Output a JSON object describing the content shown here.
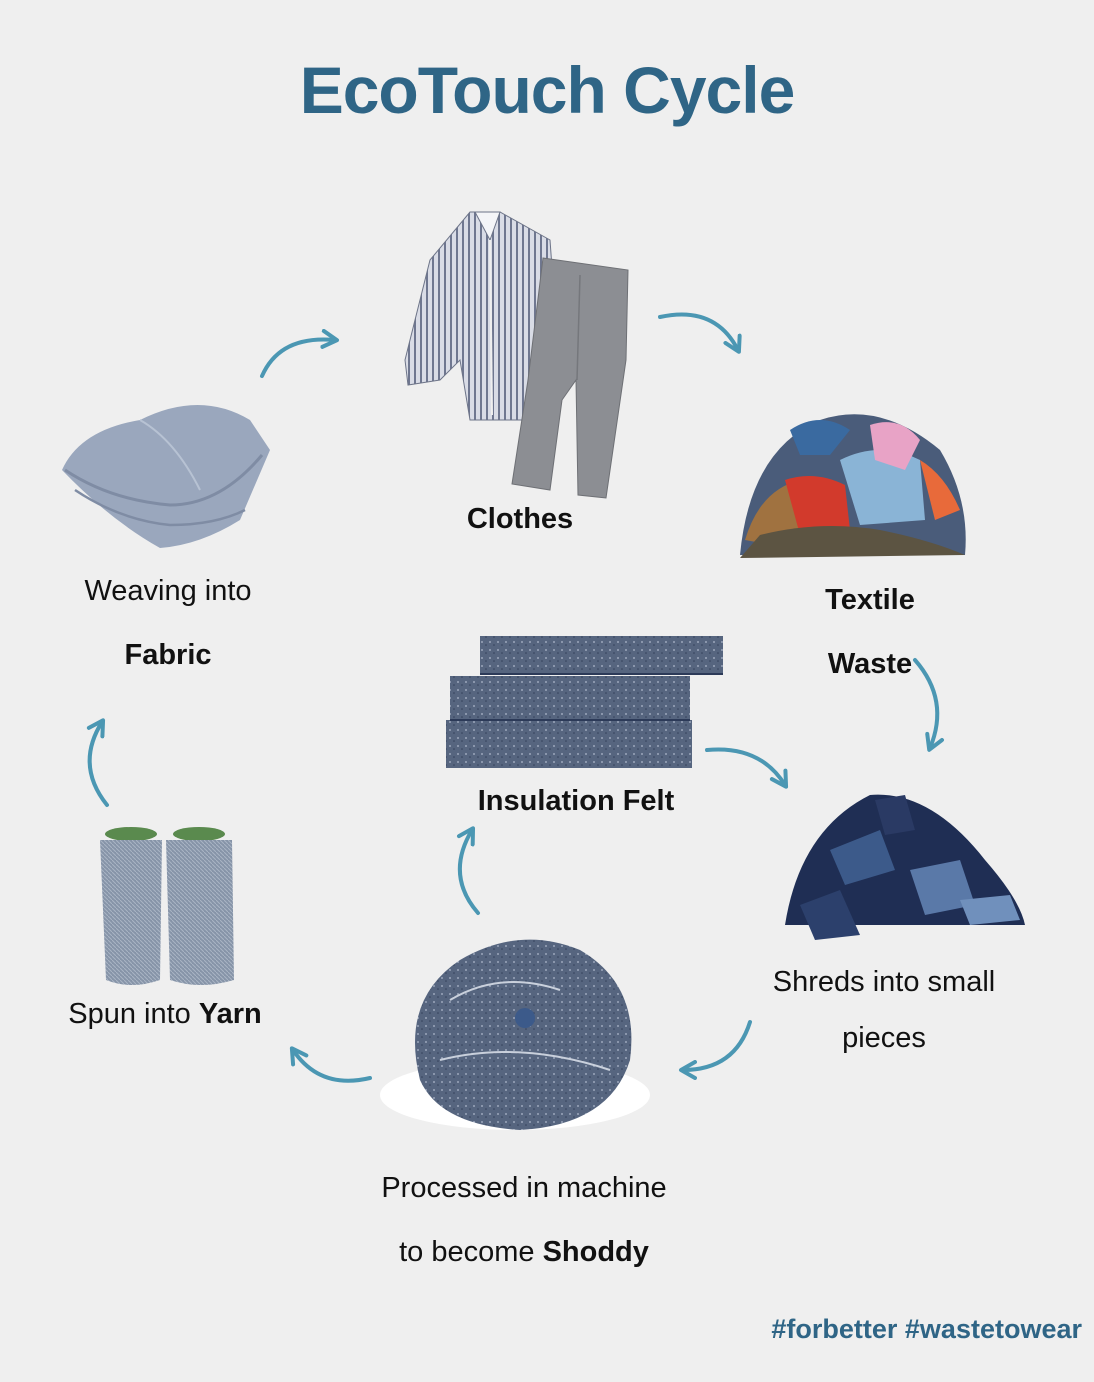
{
  "title": "EcoTouch Cycle",
  "footer": "#forbetter #wastetowear",
  "colors": {
    "title": "#2f6586",
    "arrow": "#4b97b3",
    "background": "#efefef"
  },
  "nodes": {
    "clothes": {
      "bold": "Clothes"
    },
    "textile_waste": {
      "line1": "Textile",
      "line2": "Waste"
    },
    "shreds": {
      "line1": "Shreds into small",
      "line2": "pieces"
    },
    "shoddy": {
      "line1": "Processed in machine",
      "line2_prefix": "to become ",
      "line2_bold": "Shoddy"
    },
    "yarn": {
      "prefix": "Spun into ",
      "bold": "Yarn"
    },
    "fabric": {
      "line1": "Weaving into",
      "bold": "Fabric"
    },
    "felt": {
      "bold": "Insulation Felt"
    }
  }
}
